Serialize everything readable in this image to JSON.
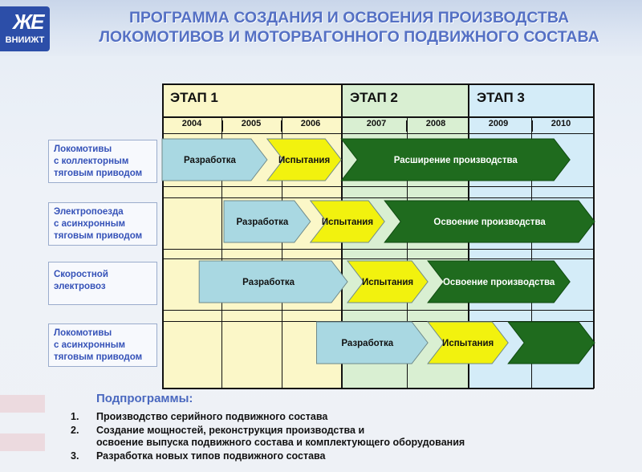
{
  "logo": {
    "mark": "ЖЕ",
    "text": "ВНИИЖТ"
  },
  "title": {
    "line1": "ПРОГРАММА СОЗДАНИЯ И ОСВОЕНИЯ ПРОИЗВОДСТВА",
    "line2": "ЛОКОМОТИВОВ И МОТОРВАГОННОГО ПОДВИЖНОГО СОСТАВА"
  },
  "stages": [
    "ЭТАП 1",
    "ЭТАП 2",
    "ЭТАП 3"
  ],
  "years": [
    "2004",
    "2005",
    "2006",
    "2007",
    "2008",
    "2009",
    "2010"
  ],
  "rows": [
    {
      "label": [
        "Локомотивы",
        "с коллекторным",
        "тяговым приводом"
      ],
      "phases": [
        {
          "text": "Разработка",
          "start": 2004.0,
          "end": 2005.7,
          "kind": "dev"
        },
        {
          "text": "Испытания",
          "start": 2005.7,
          "end": 2006.9,
          "kind": "test"
        },
        {
          "text": "Расширение производства",
          "start": 2006.9,
          "end": 2010.6,
          "kind": "prod"
        }
      ]
    },
    {
      "label": [
        "Электропоезда",
        "с асинхронным",
        "тяговым приводом"
      ],
      "phases": [
        {
          "text": "Разработка",
          "start": 2005.0,
          "end": 2006.4,
          "kind": "dev"
        },
        {
          "text": "Испытания",
          "start": 2006.4,
          "end": 2007.6,
          "kind": "test"
        },
        {
          "text": "Освоение производства",
          "start": 2007.6,
          "end": 2011.0,
          "kind": "prod"
        }
      ]
    },
    {
      "label": [
        "Скоростной",
        "электровоз"
      ],
      "phases": [
        {
          "text": "Разработка",
          "start": 2004.6,
          "end": 2007.0,
          "kind": "dev"
        },
        {
          "text": "Испытания",
          "start": 2007.0,
          "end": 2008.3,
          "kind": "test"
        },
        {
          "text": "Освоение производства",
          "start": 2008.3,
          "end": 2010.6,
          "kind": "prod"
        }
      ]
    },
    {
      "label": [
        "Локомотивы",
        "с асинхронным",
        "тяговым приводом"
      ],
      "phases": [
        {
          "text": "Разработка",
          "start": 2006.5,
          "end": 2008.3,
          "kind": "dev"
        },
        {
          "text": "Испытания",
          "start": 2008.3,
          "end": 2009.6,
          "kind": "test"
        },
        {
          "text": "",
          "start": 2009.6,
          "end": 2011.0,
          "kind": "prod"
        }
      ]
    }
  ],
  "colors": {
    "dev": "#a9d8e2",
    "test": "#f2f20e",
    "prod": "#1f6b1e",
    "label": "#3552b8",
    "title": "#5470c4"
  },
  "subprograms": {
    "title": "Подпрограммы:",
    "items": [
      {
        "num": "1.",
        "text": [
          "Производство серийного подвижного состава"
        ]
      },
      {
        "num": "2.",
        "text": [
          "Создание мощностей, реконструкция производства и",
          "освоение выпуска подвижного состава и комплектующего оборудования"
        ]
      },
      {
        "num": "3.",
        "text": [
          "Разработка новых типов подвижного состава"
        ]
      }
    ]
  }
}
